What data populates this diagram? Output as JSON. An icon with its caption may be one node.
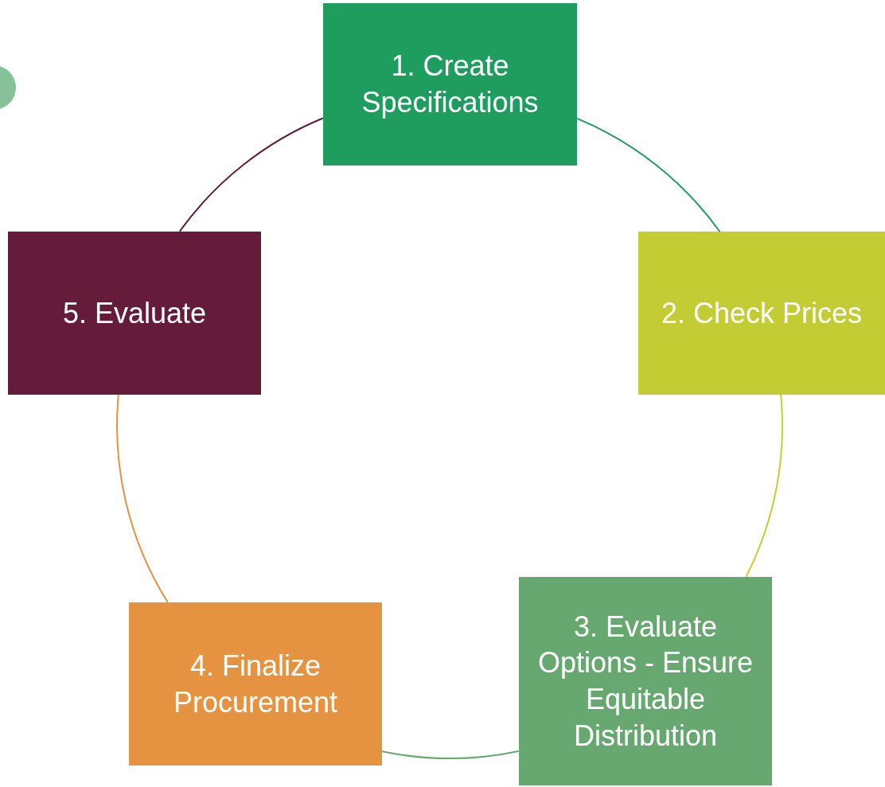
{
  "diagram": {
    "nodes": [
      {
        "text": [
          "1. Create Specifications"
        ]
      },
      {
        "text": [
          "2. Check Prices"
        ]
      },
      {
        "text": [
          "3. Evaluate Options - Ensure Equitable Distribution"
        ]
      },
      {
        "text": [
          "4. Finalize Procurement"
        ]
      },
      {
        "text": [
          "5. Evaluate"
        ]
      }
    ],
    "edges": [
      {
        "from": 0,
        "to": 1,
        "arrow": "none",
        "color": "#1f9d5f"
      },
      {
        "from": 1,
        "to": 2,
        "arrow": "none",
        "color": "#c3cc32"
      },
      {
        "from": 2,
        "to": 3,
        "arrow": "none",
        "color": "#67a870"
      },
      {
        "from": 3,
        "to": 4,
        "arrow": "none",
        "color": "#e59340"
      },
      {
        "from": 4,
        "to": 0,
        "arrow": "none",
        "color": "#651c3b"
      }
    ]
  }
}
